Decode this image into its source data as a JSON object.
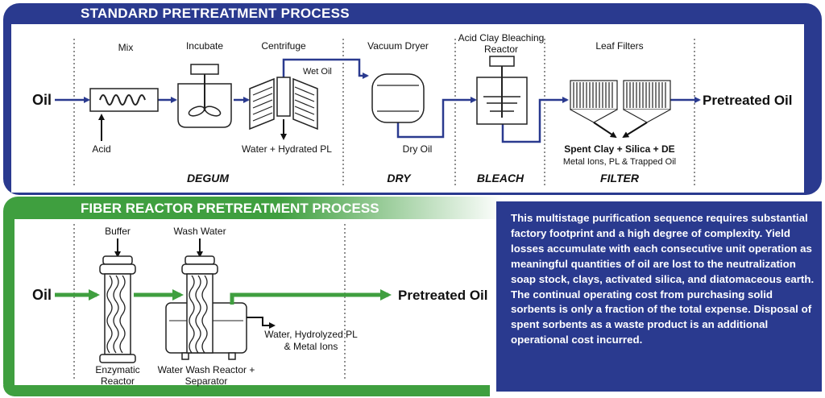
{
  "standard": {
    "title": "STANDARD PRETREATMENT PROCESS",
    "input": "Oil",
    "output": "Pretreated Oil",
    "units": {
      "mix": "Mix",
      "incubate": "Incubate",
      "centrifuge": "Centrifuge",
      "wet_oil": "Wet Oil",
      "vacuum_dryer": "Vacuum Dryer",
      "bleach_reactor_line1": "Acid Clay Bleaching",
      "bleach_reactor_line2": "Reactor",
      "leaf_filters": "Leaf Filters"
    },
    "streams": {
      "acid": "Acid",
      "water_pl": "Water + Hydrated PL",
      "dry_oil": "Dry Oil",
      "spent_line1": "Spent Clay + Silica + DE",
      "spent_line2": "Metal Ions, PL & Trapped Oil"
    },
    "stages": {
      "degum": "DEGUM",
      "dry": "DRY",
      "bleach": "BLEACH",
      "filter": "FILTER"
    }
  },
  "fiber": {
    "title": "FIBER REACTOR PRETREATMENT PROCESS",
    "input": "Oil",
    "output": "Pretreated Oil",
    "buffer": "Buffer",
    "wash_water": "Wash Water",
    "enzymatic_line1": "Enzymatic",
    "enzymatic_line2": "Reactor",
    "wash_reactor_line1": "Water Wash Reactor +",
    "wash_reactor_line2": "Separator",
    "waste_line1": "Water, Hydrolyzed PL",
    "waste_line2": "& Metal Ions"
  },
  "description": "This  multistage purification sequence requires substantial factory footprint and a high degree of complexity. Yield losses accumulate with each consecutive unit operation as meaningful quantities of oil are lost to the neutralization soap stock, clays, activated silica, and diatomaceous earth. The continual operating cost from purchasing solid sorbents is only a fraction of the total expense. Disposal of spent sorbents as a waste product is an additional operational cost incurred.",
  "colors": {
    "standard_frame": "#2a3a8f",
    "fiber_frame": "#3f9f3f",
    "standard_flow": "#2a3a8f",
    "fiber_flow": "#3f9f3f"
  }
}
